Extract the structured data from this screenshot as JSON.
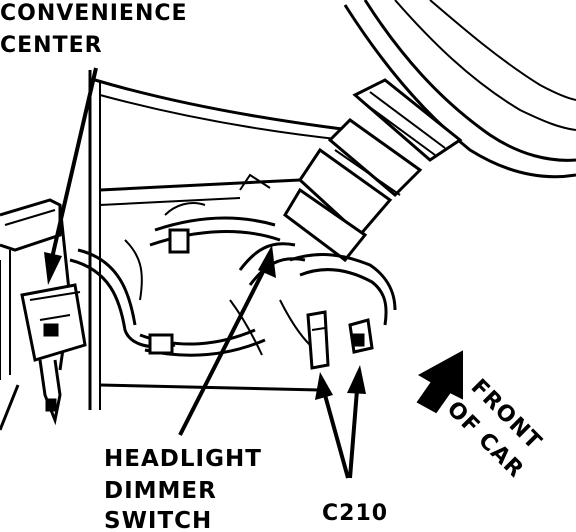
{
  "labels": {
    "convenience_line1": "CONVENIENCE",
    "convenience_line2": "CENTER",
    "headlight_line1": "HEADLIGHT",
    "headlight_line2": "DIMMER",
    "headlight_line3": "SWITCH",
    "connector": "C210",
    "front_line1": "FRONT",
    "front_line2": "OF CAR"
  },
  "colors": {
    "ink": "#000000",
    "paper": "#ffffff"
  }
}
